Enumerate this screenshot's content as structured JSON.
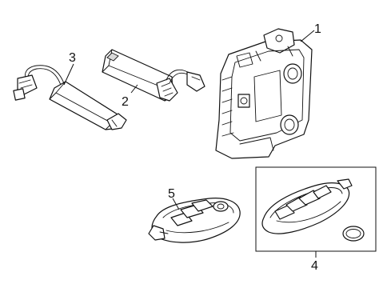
{
  "callouts": {
    "c1": "1",
    "c2": "2",
    "c3": "3",
    "c4": "4",
    "c5": "5"
  },
  "colors": {
    "line": "#111111",
    "background": "#ffffff"
  }
}
